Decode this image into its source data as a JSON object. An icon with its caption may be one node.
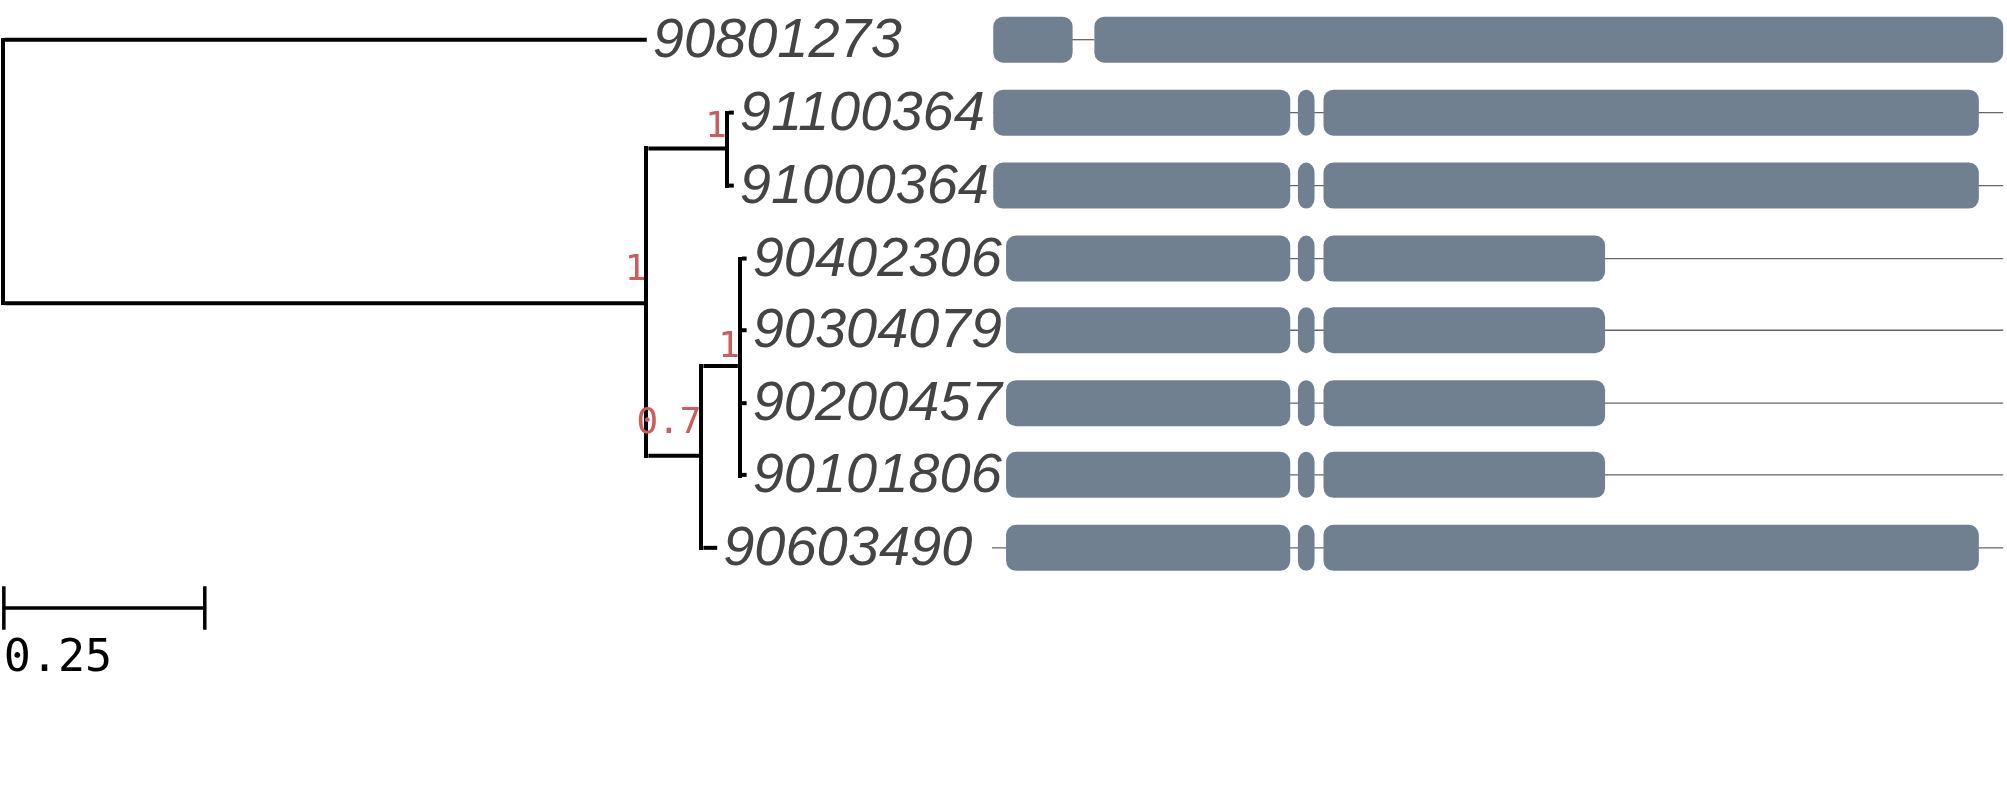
{
  "diagram": {
    "nodes": [
      {
        "text": [],
        "shape": "line"
      },
      {
        "text": [
          "90801273"
        ]
      },
      {
        "text": [],
        "shape": "line",
        "beside": [
          "1"
        ]
      },
      {
        "text": [],
        "shape": "line",
        "beside": [
          "1"
        ]
      },
      {
        "text": [
          "91100364"
        ]
      },
      {
        "text": [
          "91000364"
        ]
      },
      {
        "text": [],
        "shape": "line",
        "beside": [
          "0.7"
        ]
      },
      {
        "text": [],
        "shape": "line",
        "beside": [
          "1"
        ]
      },
      {
        "text": [
          "90402306"
        ]
      },
      {
        "text": [
          "90304079"
        ]
      },
      {
        "text": [
          "90200457"
        ]
      },
      {
        "text": [
          "90101806"
        ]
      },
      {
        "text": [
          "90603490"
        ]
      }
    ],
    "edges": [
      {
        "from": 0,
        "to": 1,
        "arrow": "none"
      },
      {
        "from": 0,
        "to": 2,
        "arrow": "none"
      },
      {
        "from": 2,
        "to": 3,
        "arrow": "none"
      },
      {
        "from": 3,
        "to": 4,
        "arrow": "none"
      },
      {
        "from": 3,
        "to": 5,
        "arrow": "none"
      },
      {
        "from": 2,
        "to": 6,
        "arrow": "none"
      },
      {
        "from": 6,
        "to": 7,
        "arrow": "none"
      },
      {
        "from": 7,
        "to": 8,
        "arrow": "none"
      },
      {
        "from": 7,
        "to": 9,
        "arrow": "none"
      },
      {
        "from": 7,
        "to": 10,
        "arrow": "none"
      },
      {
        "from": 7,
        "to": 11,
        "arrow": "none"
      },
      {
        "from": 6,
        "to": 12,
        "arrow": "none"
      }
    ],
    "labels": [
      "0.25"
    ]
  }
}
